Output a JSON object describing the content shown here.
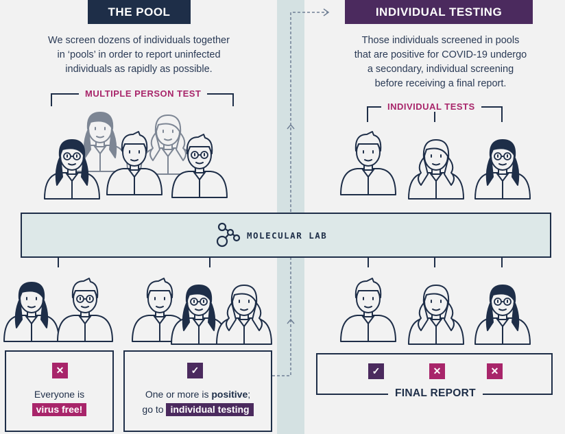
{
  "pool": {
    "title": "THE POOL",
    "desc": [
      "We screen dozens of individuals together",
      "in ‘pools’ in order to report uninfected",
      "individuals as rapidly as possible."
    ],
    "group_label": "MULTIPLE PERSON TEST"
  },
  "individual": {
    "title": "INDIVIDUAL TESTING",
    "desc": [
      "Those individuals screened in pools",
      "that are positive for COVID-19 undergo",
      "a secondary, individual screening",
      "before receiving a final report."
    ],
    "group_label": "INDIVIDUAL TESTS"
  },
  "lab": {
    "label": "MOLECULAR LAB",
    "icon": "molecule-icon"
  },
  "outcomes": {
    "negative": {
      "icon": "x-icon",
      "line1": "Everyone is",
      "highlight": "virus free!"
    },
    "positive": {
      "icon": "check-icon",
      "line1_pre": "One or more is ",
      "line1_bold": "positive",
      "line1_post": ";",
      "line2_pre": "go to",
      "highlight": "individual testing"
    }
  },
  "final": {
    "label": "FINAL REPORT",
    "results": [
      "check-icon",
      "x-icon",
      "x-icon"
    ]
  },
  "colors": {
    "navy": "#1e2e48",
    "magenta": "#a8256a",
    "purple": "#4b2a5e",
    "lab_band": "#dde8e8"
  }
}
